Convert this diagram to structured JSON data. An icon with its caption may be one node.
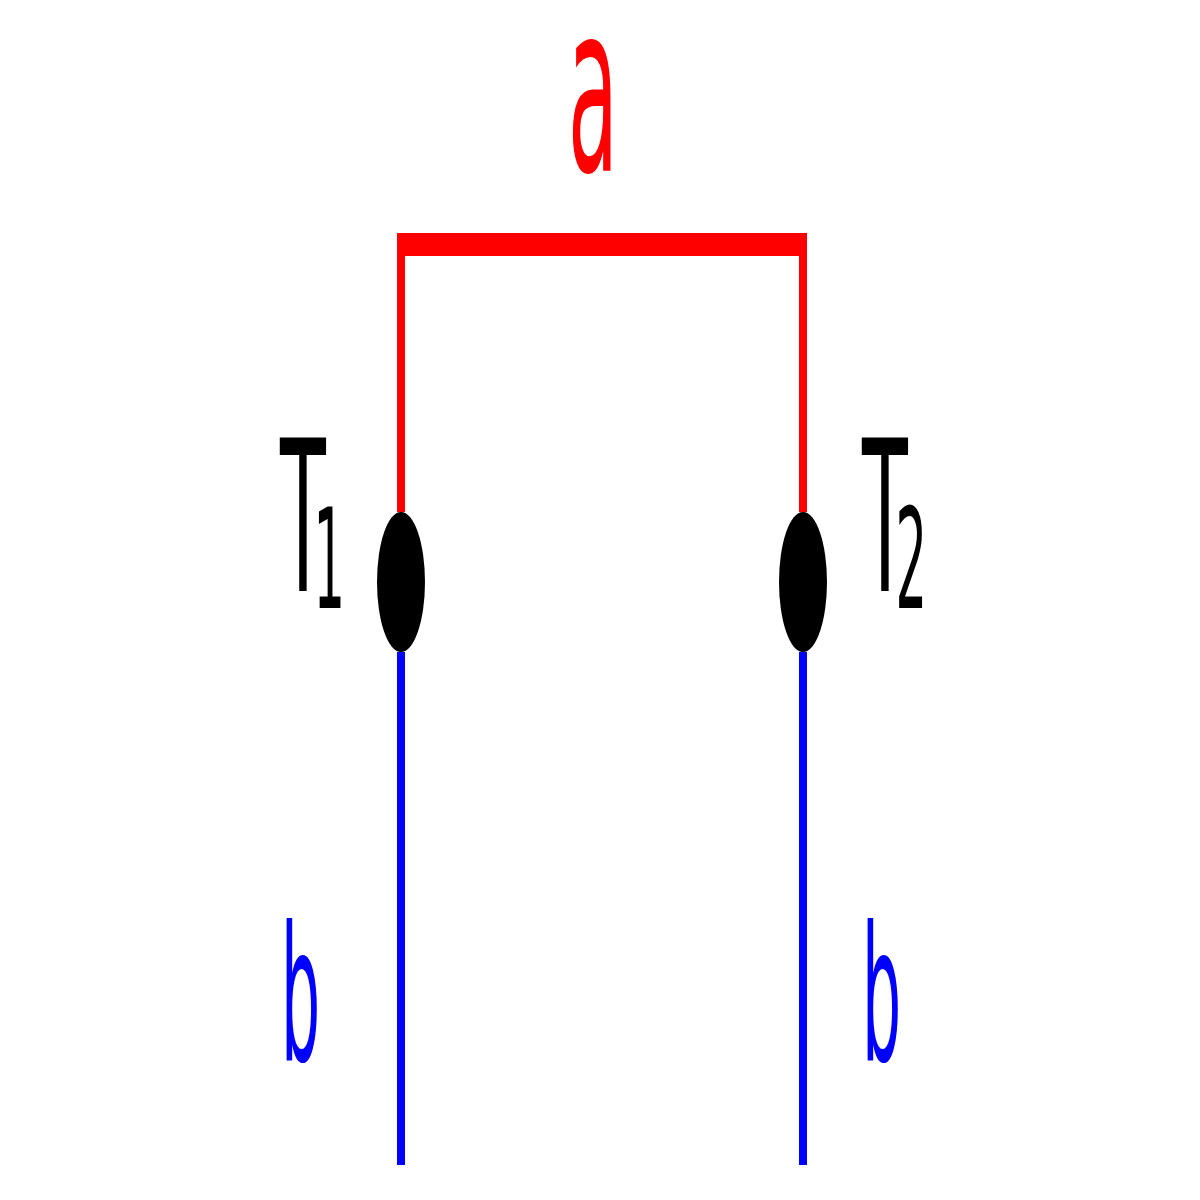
{
  "diagram": {
    "nodes": [
      {
        "text": [],
        "shape": "ellipse",
        "beside": [
          "T$_{1}$"
        ]
      },
      {
        "text": [],
        "shape": "ellipse",
        "beside": [
          "T$_{2}$"
        ]
      }
    ],
    "edges": [
      {
        "from": 0,
        "to": 1,
        "arrow": "none",
        "label": "a",
        "style": "thick",
        "color": "#ff0000"
      },
      {
        "from": 0,
        "to": null,
        "arrow": "none",
        "label": "b"
      },
      {
        "from": 1,
        "to": null,
        "arrow": "none",
        "label": "b"
      }
    ]
  }
}
